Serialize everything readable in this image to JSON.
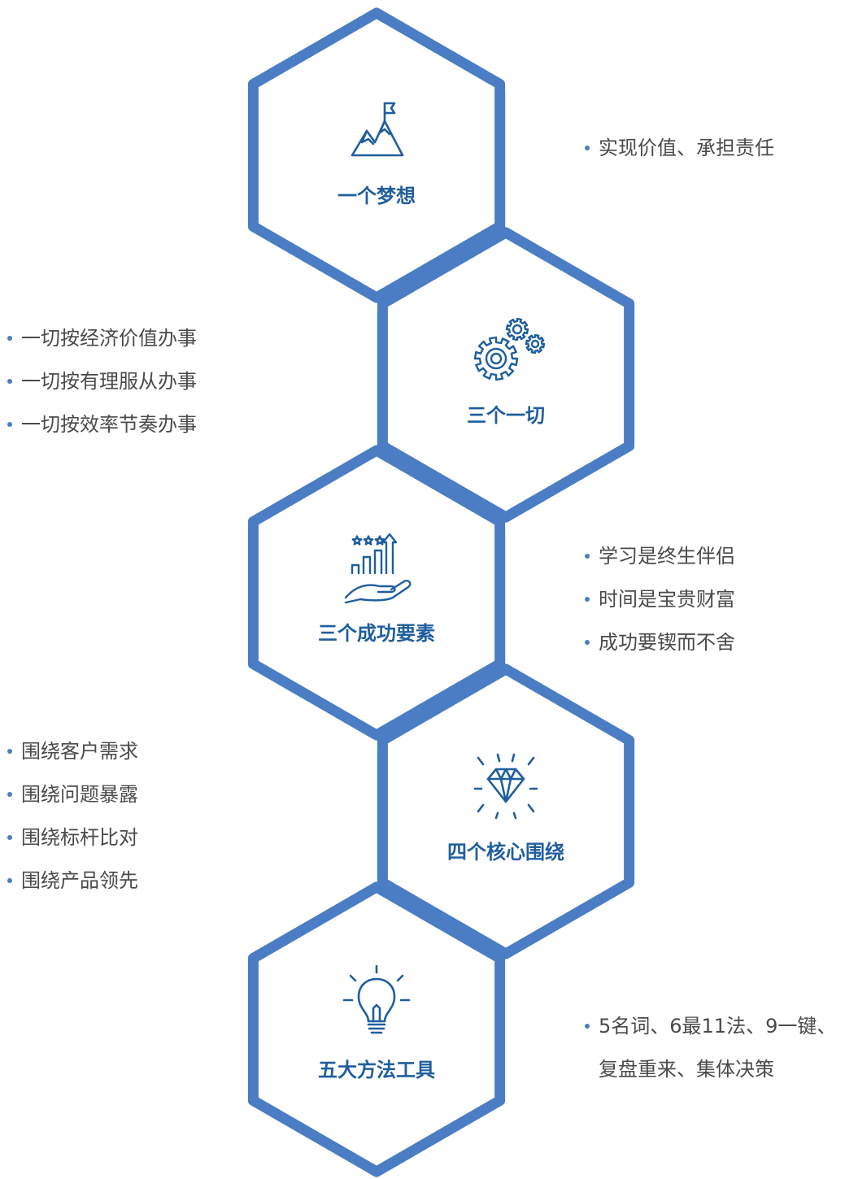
{
  "colors": {
    "primary": "#4A7DC4",
    "connector": "#D3DFF0",
    "title": "#1F5E9E",
    "bullet": "#4A7DC4",
    "text": "#4A4A4A"
  },
  "items": [
    {
      "title": "一个梦想",
      "icon": "mountain-flag-icon",
      "side": "right",
      "bullets": [
        "实现价值、承担责任"
      ]
    },
    {
      "title": "三个一切",
      "icon": "gears-icon",
      "side": "left",
      "bullets": [
        "一切按经济价值办事",
        "一切按有理服从办事",
        "一切按效率节奏办事"
      ]
    },
    {
      "title": "三个成功要素",
      "icon": "growth-hand-icon",
      "side": "right",
      "bullets": [
        "学习是终生伴侣",
        "时间是宝贵财富",
        "成功要锲而不舍"
      ]
    },
    {
      "title": "四个核心围绕",
      "icon": "diamond-icon",
      "side": "left",
      "bullets": [
        "围绕客户需求",
        "围绕问题暴露",
        "围绕标杆比对",
        "围绕产品领先"
      ]
    },
    {
      "title": "五大方法工具",
      "icon": "lightbulb-icon",
      "side": "right",
      "bullets": [
        "5名词、6最11法、9一键、",
        "复盘重来、集体决策"
      ],
      "continuation_from": 1
    }
  ]
}
